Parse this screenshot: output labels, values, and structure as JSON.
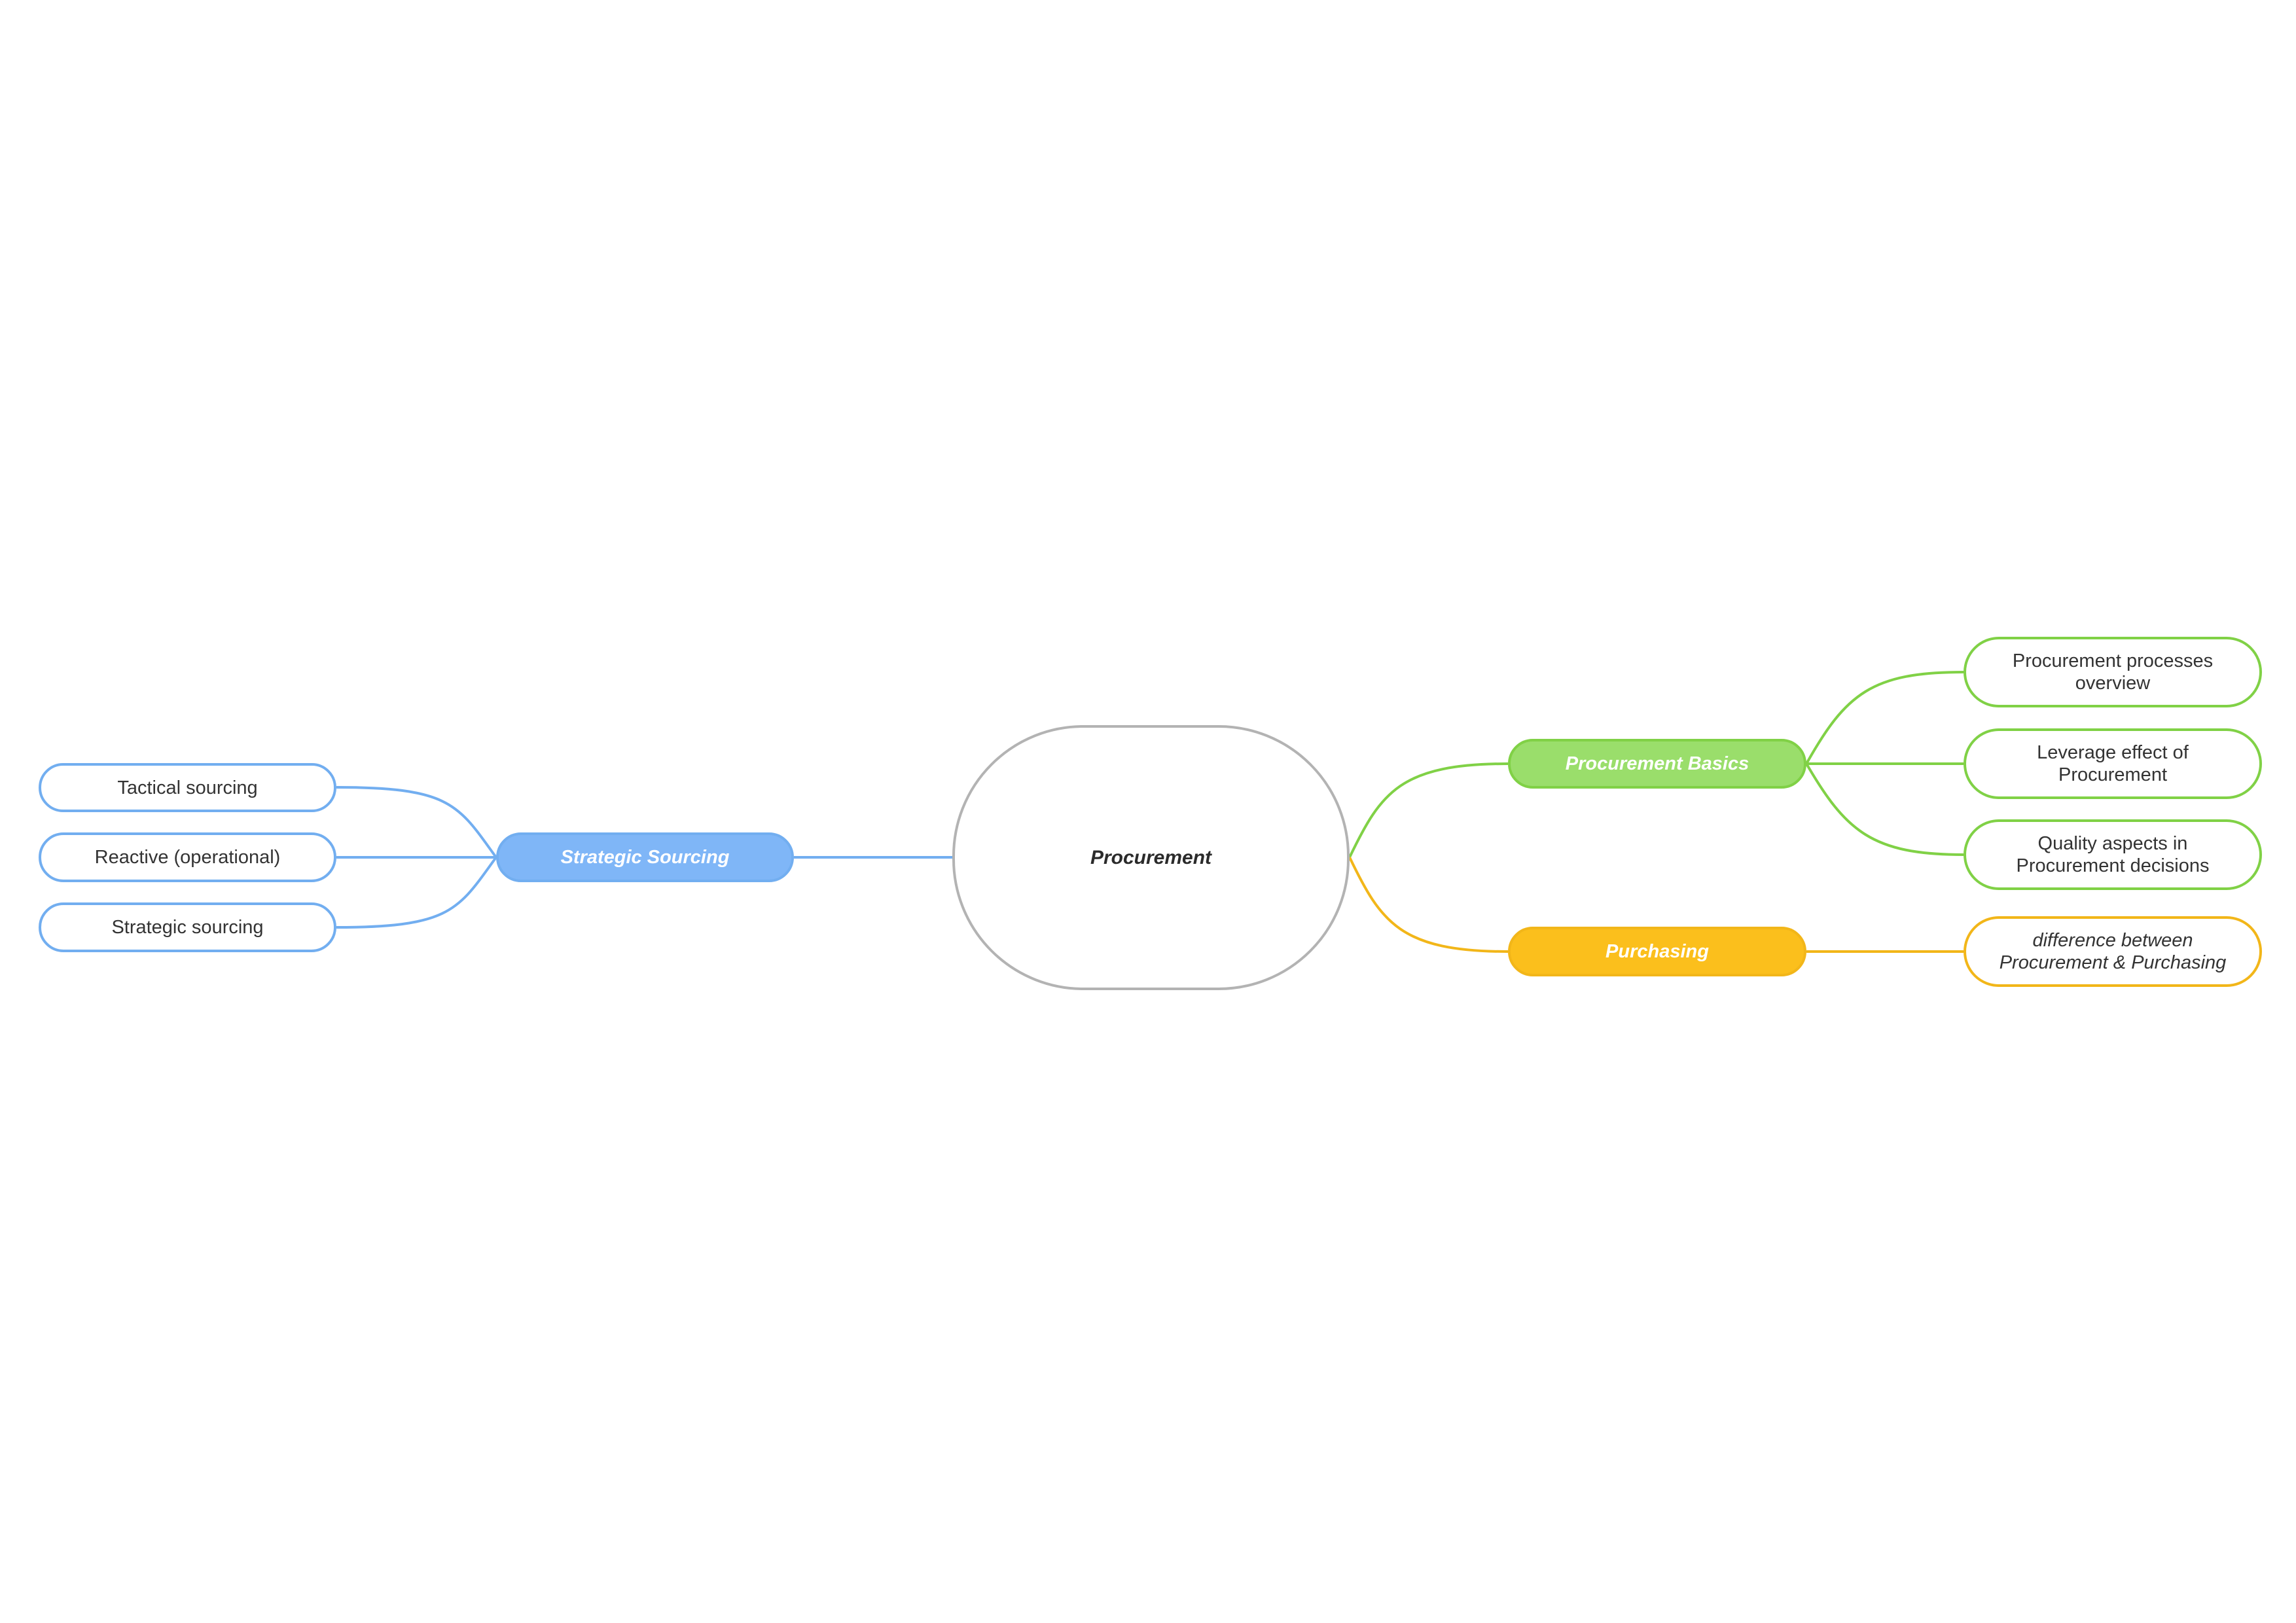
{
  "colors": {
    "center_border": "#b3b3b3",
    "blue": "#72aef0",
    "blue_fill": "#7fb6f7",
    "green": "#80d146",
    "green_fill": "#9ade6b",
    "yellow": "#f2b619",
    "yellow_fill": "#fbbf1c"
  },
  "center": {
    "label": "Procurement"
  },
  "branches": {
    "strategic_sourcing": {
      "label": "Strategic Sourcing",
      "children": [
        "Tactical sourcing",
        "Reactive (operational)",
        "Strategic sourcing"
      ]
    },
    "procurement_basics": {
      "label": "Procurement Basics",
      "children": [
        "Procurement processes\noverview",
        "Leverage effect of\nProcurement",
        "Quality aspects in\nProcurement decisions"
      ]
    },
    "purchasing": {
      "label": "Purchasing",
      "children": [
        "difference between\nProcurement & Purchasing"
      ]
    }
  }
}
